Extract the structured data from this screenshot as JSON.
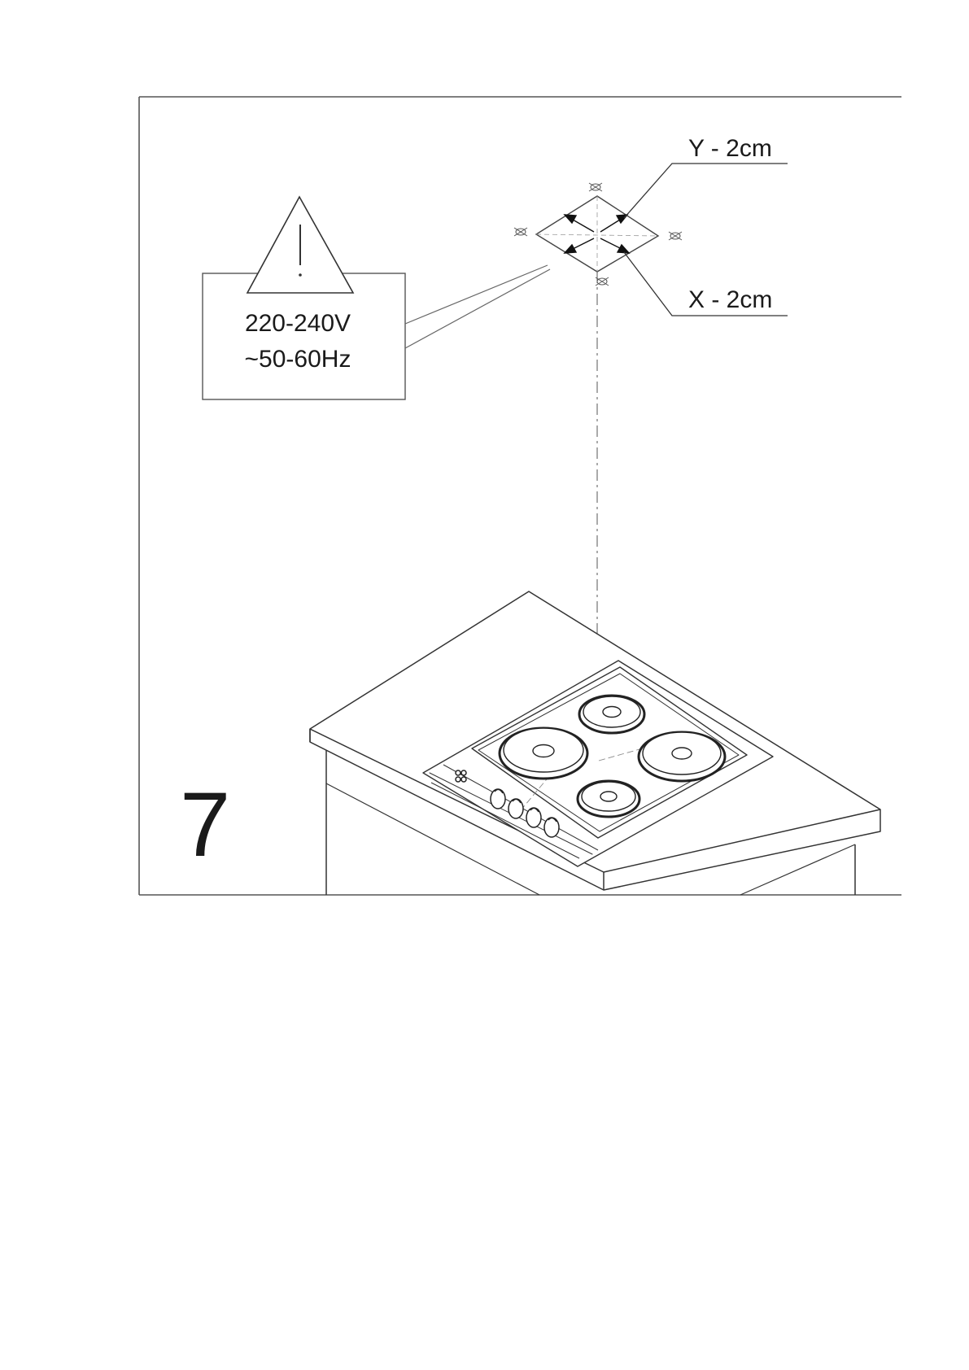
{
  "figure": {
    "number": "7",
    "warning": {
      "icon": "warning-triangle-icon",
      "voltage": "220-240V",
      "frequency": "~50-60Hz"
    },
    "dimensions": {
      "y_label": "Y - 2cm",
      "x_label": "X - 2cm"
    },
    "hob": {
      "hotplates": 4,
      "control_knobs": 4
    }
  },
  "colors": {
    "line": "#333333",
    "background": "#ffffff"
  }
}
